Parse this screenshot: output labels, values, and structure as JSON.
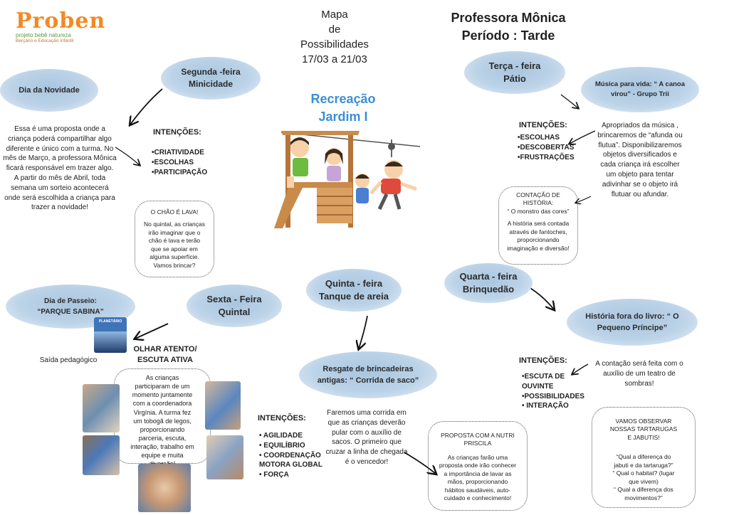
{
  "logo": {
    "name": "Proben",
    "subtitle1": "projeto bebê natureza",
    "subtitle2": "Berçário e Educação Infantil"
  },
  "header": {
    "map_title_1": "Mapa",
    "map_title_2": "de",
    "map_title_3": "Possibilidades",
    "dates": "17/03 a 21/03",
    "teacher": "Professora Mônica",
    "period": "Período : Tarde"
  },
  "center": {
    "line1": "Recreação",
    "line2": "Jardim I"
  },
  "monday": {
    "cloud_1": "Segunda -feira",
    "cloud_2": "Minicidade",
    "activity": "Dia da Novidade",
    "description": [
      "Essa é uma proposta onde a",
      "criança poderá compartilhar algo",
      "diferente e único com a turma. No",
      "mês de Março, a professora Mônica",
      "ficará responsável em trazer algo.",
      "A partir do mês de Abril, toda",
      "semana um sorteio  acontecerá",
      "onde será escolhida a criança para",
      "trazer a novidade!"
    ],
    "intentions_title": "INTENÇÕES:",
    "intentions": [
      "•CRIATIVIDADE",
      "•ESCOLHAS",
      "•PARTICIPAÇÃO"
    ],
    "box": [
      "O CHÃO É LAVA!",
      "",
      "No quintal, as crianças",
      "irão imaginar que o",
      "chão é lava e terão",
      "que se apoiar em",
      "alguma superfície.",
      "Vamos brincar?"
    ]
  },
  "tuesday": {
    "cloud_1": "Terça - feira",
    "cloud_2": "Pátio",
    "music_1": "Música para vida: “ A canoa",
    "music_2": "virou” - Grupo Trii",
    "intentions_title": "INTENÇÕES:",
    "intentions": [
      "•ESCOLHAS",
      "•DESCOBERTAS",
      "•FRUSTRAÇÕES"
    ],
    "description": [
      "Apropriados da música ,",
      "brincaremos de “afunda ou",
      "flutua”. Disponibilizaremos",
      "objetos diversificados e",
      "cada criança irá escolher",
      "um objeto para tentar",
      "adivinhar se o objeto irá",
      "flutuar ou afundar."
    ],
    "box": [
      "CONTAÇÃO DE",
      "HISTÓRIA:",
      "“ O monstro das cores”",
      "",
      "A história será contada",
      "através de fantoches,",
      "proporcionando",
      "imaginação e diversão!"
    ]
  },
  "wednesday": {
    "cloud_1": "Quarta - feira",
    "cloud_2": "Brinquedão",
    "story_1": "História fora do livro: “ O",
    "story_2": "Pequeno Príncipe”",
    "intentions_title": "INTENÇÕES:",
    "intentions": [
      "•ESCUTA DE",
      "OUVINTE",
      "•POSSIBILIDADES",
      "• INTERAÇÃO"
    ],
    "description": [
      "A contação será feita com o",
      "auxílio de um teatro de",
      "sombras!"
    ],
    "box": [
      "VAMOS OBSERVAR",
      "NOSSAS TARTARUGAS",
      "E JABUTIS!",
      "",
      "",
      "“Qual a diferença do",
      "jabuti e da tartaruga?”",
      "“ Qual o habitat? (lugar",
      "que vivem)",
      "“ Qual a diferença dos",
      "movimentos?”"
    ]
  },
  "thursday": {
    "cloud_1": "Quinta - feira",
    "cloud_2": "Tanque de areia",
    "activity_1": "Resgate de brincadeiras",
    "activity_2": "antigas: “ Corrida de saco”",
    "intentions_title": "INTENÇÕES:",
    "intentions": [
      "• AGILIDADE",
      "• EQUILÍBRIO",
      "• COORDENAÇÃO",
      "MOTORA GLOBAL",
      "• FORÇA"
    ],
    "description": [
      "Faremos uma corrida em",
      "que as crianças deverão",
      "pular com o auxílio de",
      "sacos. O primeiro que",
      "cruzar a linha de chegada",
      "é o vencedor!"
    ],
    "box": [
      "PROPOSTA COM A NUTRI",
      "PRISCILA",
      "",
      "As crianças farão uma",
      "proposta onde irão conhecer",
      "a importância de lavar as",
      "mãos, proporcionando",
      "hábitos saudáveis, auto-",
      "cuidado e conhecimento!"
    ]
  },
  "friday": {
    "cloud_1": "Sexta - Feira",
    "cloud_2": "Quintal",
    "outing_1": "Dia de Passeio:",
    "outing_2": "“PARQUE SABINA”",
    "photo_label": "PLANETÁRIO",
    "caption": "Saída pedagógico",
    "heading_1": "OLHAR ATENTO/",
    "heading_2": "ESCUTA ATIVA",
    "box": [
      "As crianças",
      "participaram de um",
      "momento juntamente",
      "com a coordenadora",
      "Virgínia. A turma fez",
      "um tobogã de legos,",
      "proporcionando",
      "parceria, escuta,",
      "interação, trabalho em",
      "equipe e muita",
      "diversão!"
    ]
  },
  "colors": {
    "accent_blue": "#3a8fd6",
    "cloud": "#b3cde4",
    "logo_orange": "#f08a24",
    "logo_green": "#5a9e3a"
  }
}
